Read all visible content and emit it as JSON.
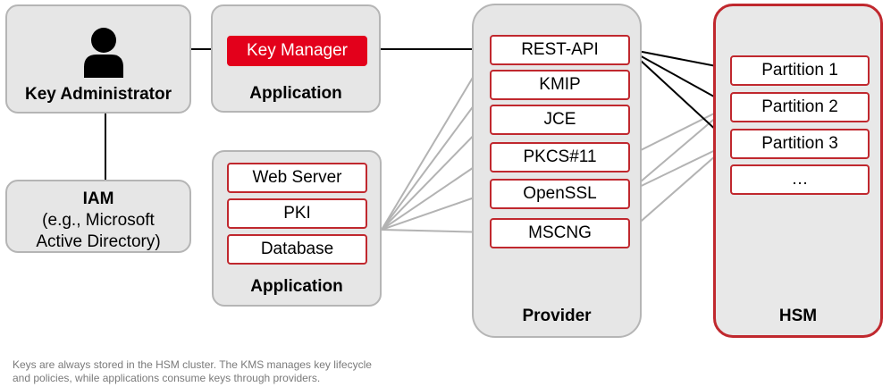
{
  "key_admin": {
    "title": "Key Administrator",
    "icon": "user-icon"
  },
  "iam": {
    "title": "IAM",
    "line1": "(e.g., Microsoft",
    "line2": "Active Directory)"
  },
  "app_top": {
    "title": "Application",
    "key_manager": "Key Manager"
  },
  "app_bottom": {
    "title": "Application",
    "items": [
      "Web Server",
      "PKI",
      "Database"
    ]
  },
  "provider": {
    "title": "Provider",
    "items": [
      "REST-API",
      "KMIP",
      "JCE",
      "PKCS#11",
      "OpenSSL",
      "MSCNG"
    ]
  },
  "hsm": {
    "title": "HSM",
    "partitions": [
      "Partition 1",
      "Partition 2",
      "Partition 3",
      "…"
    ]
  },
  "caption": {
    "line1": "Keys are always stored in the HSM cluster. The KMS manages key lifecycle",
    "line2": "and policies, while applications consume keys through providers."
  },
  "colors": {
    "accent_red": "#e3001b",
    "border_red": "#c0282e",
    "panel_gray": "#e6e6e6",
    "line_gray": "#b0b0b0"
  }
}
